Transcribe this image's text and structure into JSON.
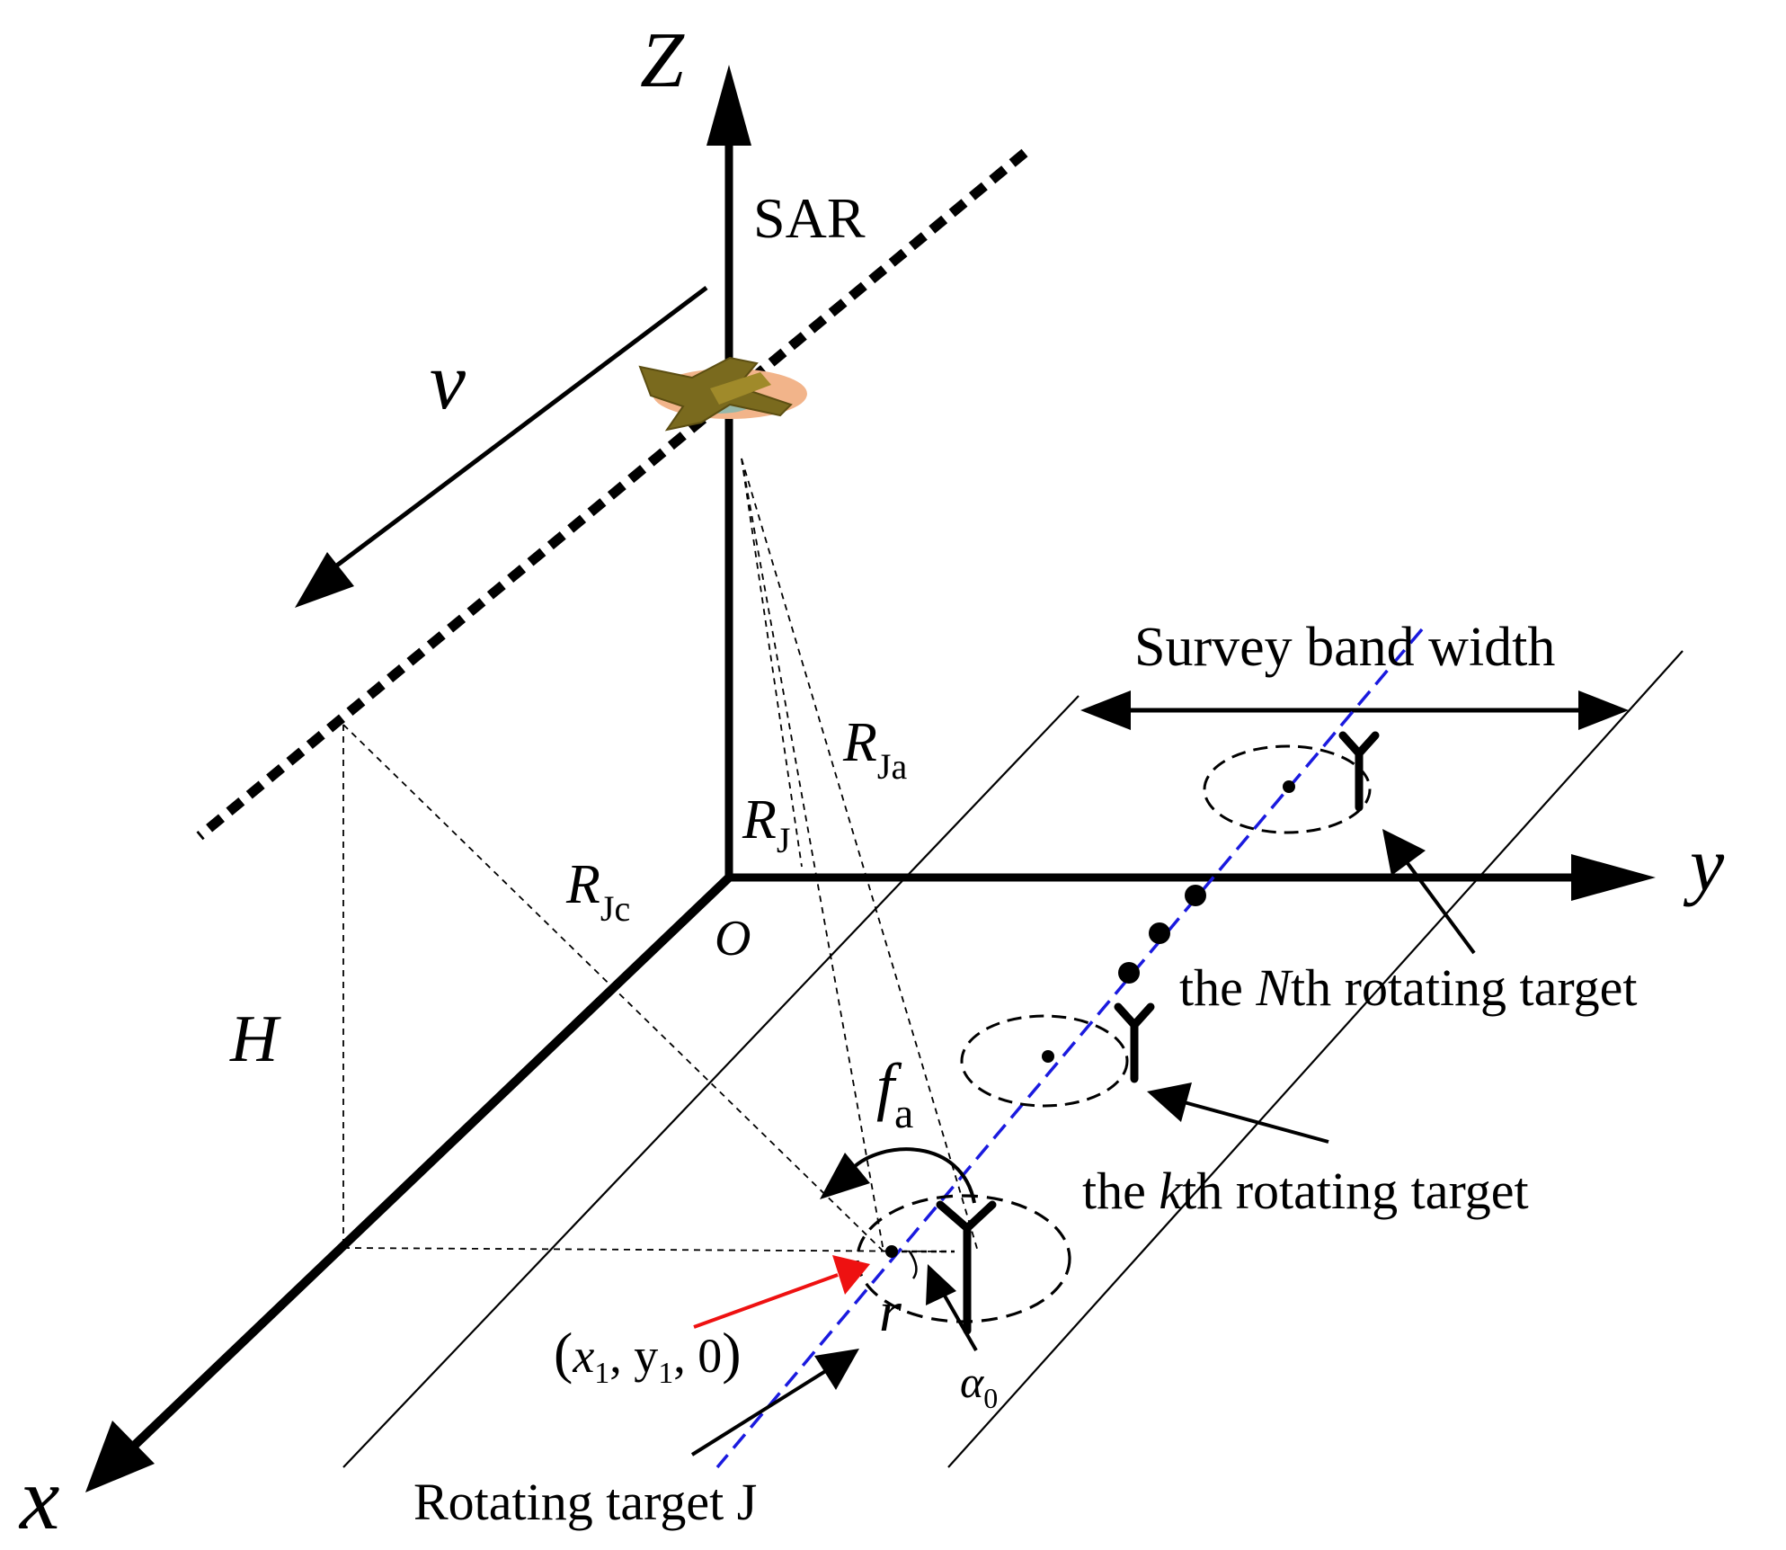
{
  "colors": {
    "line": "#000000",
    "track_blue": "#1a1adf",
    "arrow_red": "#ee1111",
    "aircraft_body": "#7a6a1e",
    "aircraft_disc": "#f2b48a",
    "aircraft_disc_inner": "#86b9b0"
  },
  "axes": {
    "z": "Z",
    "y": "y",
    "x": "x",
    "origin": "O"
  },
  "labels": {
    "sar": "SAR",
    "velocity": "v",
    "height": "H",
    "survey_band_width": "Survey band width",
    "range_j": {
      "main": "R",
      "sub": "J"
    },
    "range_ja": {
      "main": "R",
      "sub": "Ja"
    },
    "range_jc": {
      "main": "R",
      "sub": "Jc"
    },
    "freq": {
      "main": "f",
      "sub": "a"
    },
    "radius": "r",
    "angle": {
      "main": "α",
      "sub": "0"
    },
    "coordinates": {
      "open": "(",
      "x": "x",
      "x_sub": "1",
      "sep1": ", ",
      "y": "y",
      "y_sub": "1",
      "sep2": ", ",
      "z": "0",
      "close": ")"
    },
    "target_n": {
      "pre": "the ",
      "var": "N",
      "post": "th rotating target"
    },
    "target_k": {
      "pre": "the ",
      "var": "k",
      "post": "th rotating target"
    },
    "target_j": "Rotating target J"
  },
  "icons": [
    "aircraft-icon",
    "antenna-icon"
  ]
}
